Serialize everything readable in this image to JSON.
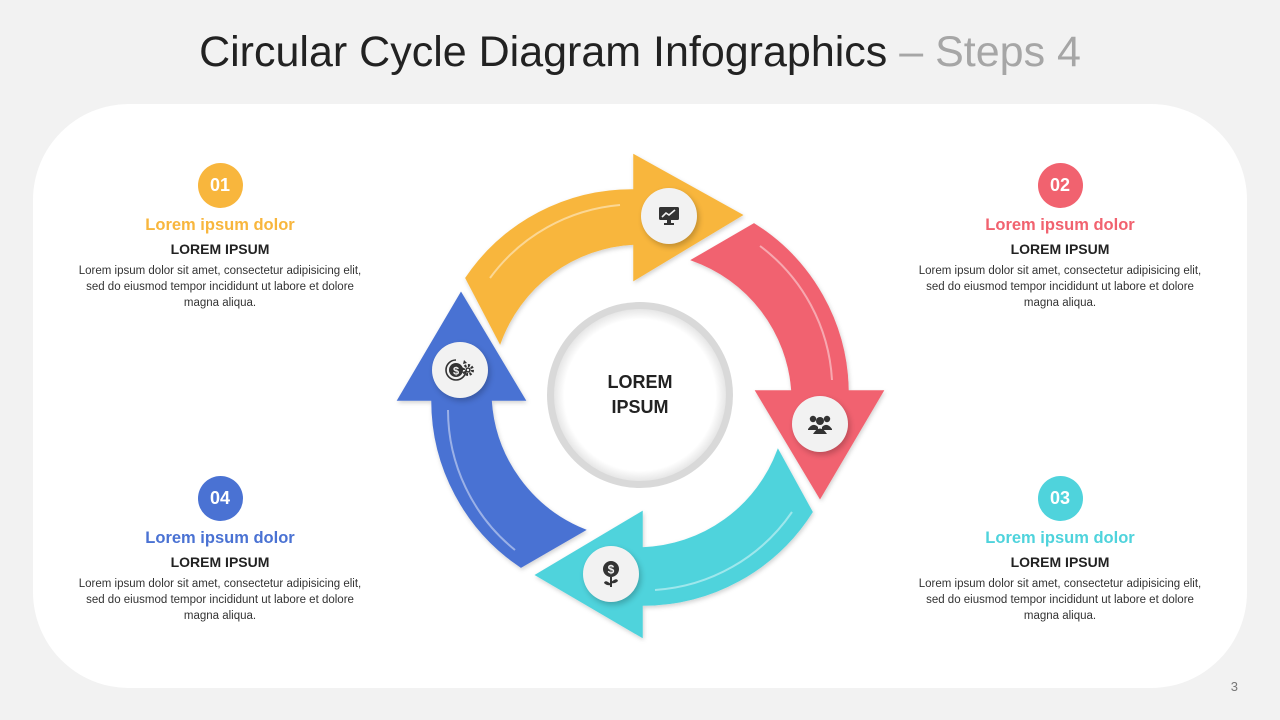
{
  "title": {
    "main": "Circular Cycle Diagram Infographics",
    "dash": " – ",
    "sub": "Steps 4"
  },
  "center": {
    "line1": "LOREM",
    "line2": "IPSUM"
  },
  "steps": [
    {
      "num": "01",
      "heading": "Lorem ipsum dolor",
      "subheading": "LOREM IPSUM",
      "body": "Lorem ipsum dolor sit amet, consectetur adipisicing elit, sed do eiusmod tempor incididunt ut labore et dolore magna aliqua.",
      "color": "#f8b63d",
      "icon": "monitor-chart-icon"
    },
    {
      "num": "02",
      "heading": "Lorem ipsum dolor",
      "subheading": "LOREM IPSUM",
      "body": "Lorem ipsum dolor sit amet, consectetur adipisicing elit, sed do eiusmod tempor incididunt ut labore et dolore magna aliqua.",
      "color": "#f1626f",
      "icon": "team-icon"
    },
    {
      "num": "03",
      "heading": "Lorem ipsum dolor",
      "subheading": "LOREM IPSUM",
      "body": "Lorem ipsum dolor sit amet, consectetur adipisicing elit, sed do eiusmod tempor incididunt ut labore et dolore magna aliqua.",
      "color": "#4fd3dc",
      "icon": "money-plant-icon"
    },
    {
      "num": "04",
      "heading": "Lorem ipsum dolor",
      "subheading": "LOREM IPSUM",
      "body": "Lorem ipsum dolor sit amet, consectetur adipisicing elit, sed do eiusmod tempor incididunt ut labore et dolore magna aliqua.",
      "color": "#4a72d3",
      "icon": "money-gear-icon"
    }
  ],
  "page_number": "3"
}
